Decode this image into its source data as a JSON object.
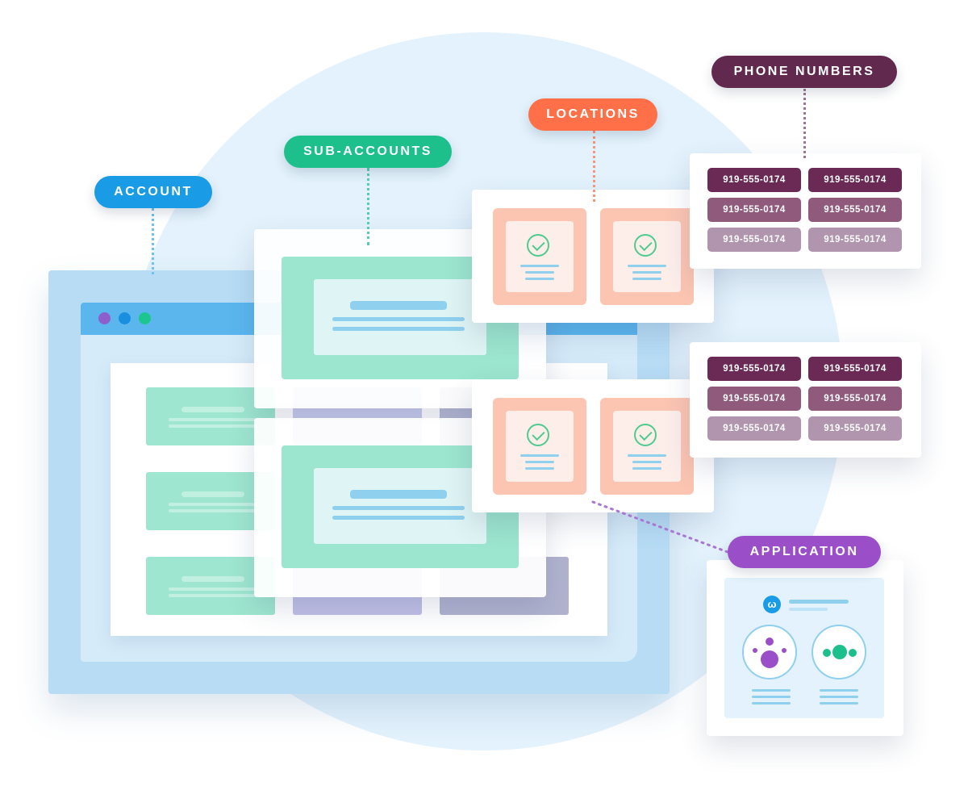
{
  "labels": {
    "account": "ACCOUNT",
    "sub_accounts": "SUB-ACCOUNTS",
    "locations": "LOCATIONS",
    "phone_numbers": "PHONE NUMBERS",
    "application": "APPLICATION"
  },
  "phone_groups": [
    {
      "numbers": [
        "919-555-0174",
        "919-555-0174",
        "919-555-0174",
        "919-555-0174",
        "919-555-0174",
        "919-555-0174"
      ]
    },
    {
      "numbers": [
        "919-555-0174",
        "919-555-0174",
        "919-555-0174",
        "919-555-0174",
        "919-555-0174",
        "919-555-0174"
      ]
    }
  ],
  "colors": {
    "account": "#1a9be6",
    "sub_accounts": "#1dc08a",
    "locations": "#ff7048",
    "phone_numbers": "#62294f",
    "application": "#9a4fc8",
    "phone_row_1": "#6b2a55",
    "phone_row_2": "#8f5a7c",
    "phone_row_3": "#b194ad"
  },
  "icons": {
    "window_dots": [
      "dot-purple-icon",
      "dot-blue-icon",
      "dot-green-icon"
    ],
    "location": "checkmark-circle-icon",
    "app_logo": "app-logo-icon",
    "app_people": "people-group-icon",
    "app_dots": "three-dots-icon"
  }
}
